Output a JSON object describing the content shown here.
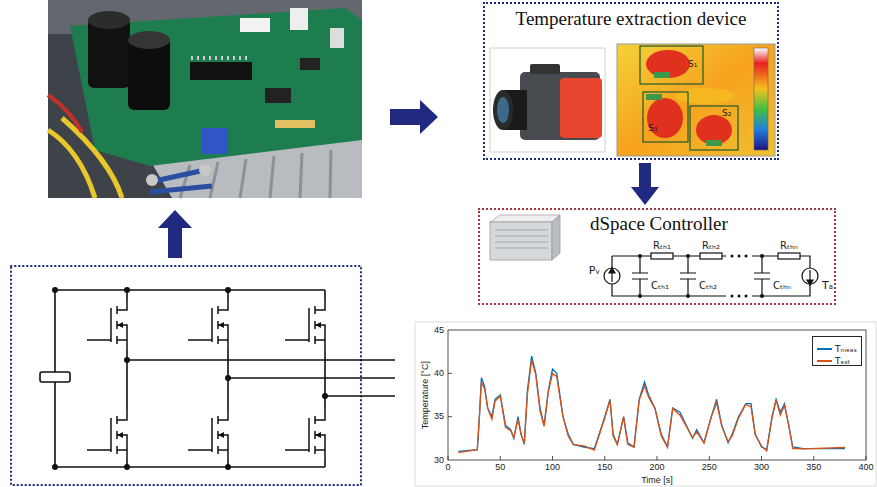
{
  "diagram": {
    "nodes": [
      {
        "text": [
          "Temperature extraction device"
        ]
      },
      {
        "text": [
          "dSpace Controller"
        ]
      }
    ],
    "edges": [
      {
        "from": 0,
        "to": 1,
        "arrow": "to"
      }
    ],
    "labels": [
      "S₁",
      "S₂",
      "S₃",
      "Pᵥ",
      "Rₜₕ₁",
      "Rₜₕ₂",
      "Rₜₕₙ",
      "Cₜₕ₁",
      "Cₜₕ₂",
      "Cₜₕₙ",
      "Tₐ",
      "45",
      "40",
      "35",
      "30",
      "0",
      "50",
      "100",
      "150",
      "200",
      "250",
      "300",
      "350",
      "400",
      "Temperature [°C]",
      "Time [s]"
    ],
    "legend": [
      {
        "text": "Tₘₑₐₛ"
      },
      {
        "text": "Tₑₛₜ"
      }
    ]
  }
}
